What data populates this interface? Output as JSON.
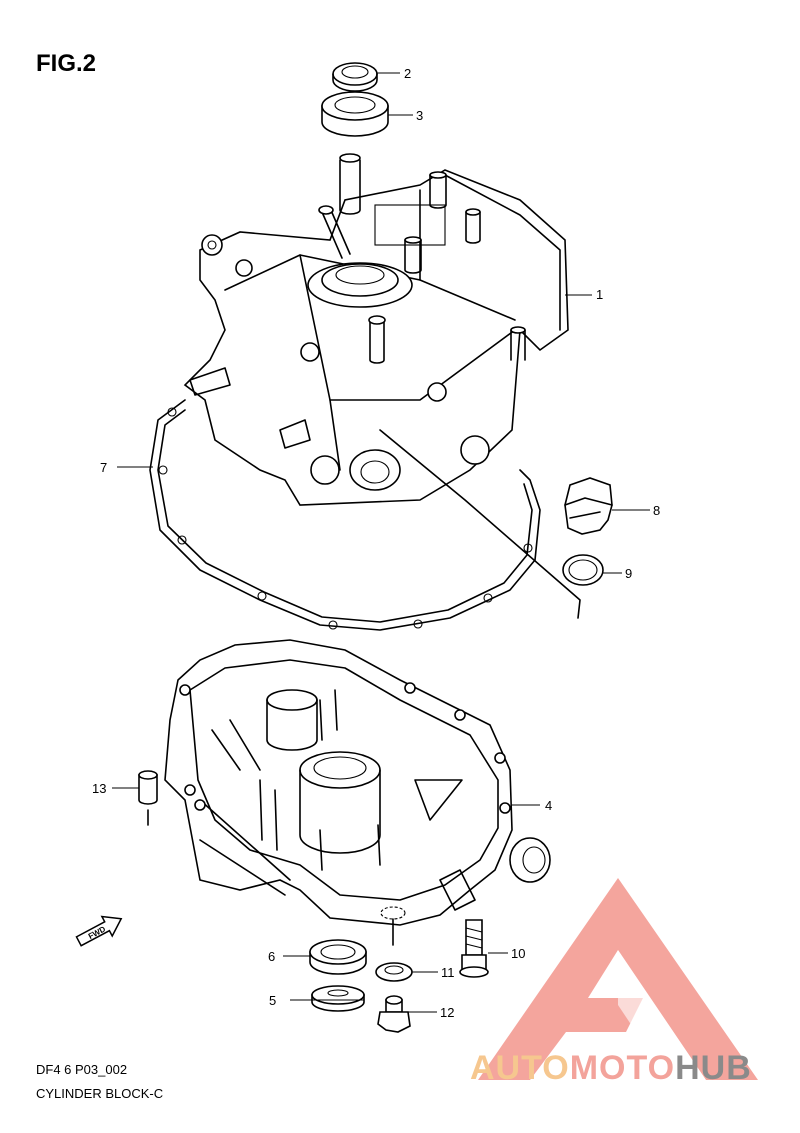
{
  "figure": {
    "title": "FIG.2",
    "code": "DF4 6 P03_002",
    "name": "CYLINDER BLOCK-C"
  },
  "callouts": [
    "1",
    "2",
    "3",
    "4",
    "5",
    "6",
    "7",
    "8",
    "9",
    "10",
    "11",
    "12",
    "13"
  ],
  "fwd_label": "FWD",
  "watermark": {
    "part1": "AUTO",
    "part2": "MOTO",
    "part3": "HUB"
  },
  "colors": {
    "line": "#000000",
    "wm_triangle": "#f2958c",
    "wm_auto": "#f6c78f",
    "wm_moto": "#f3a39b",
    "wm_hub": "#8a8a8a"
  }
}
